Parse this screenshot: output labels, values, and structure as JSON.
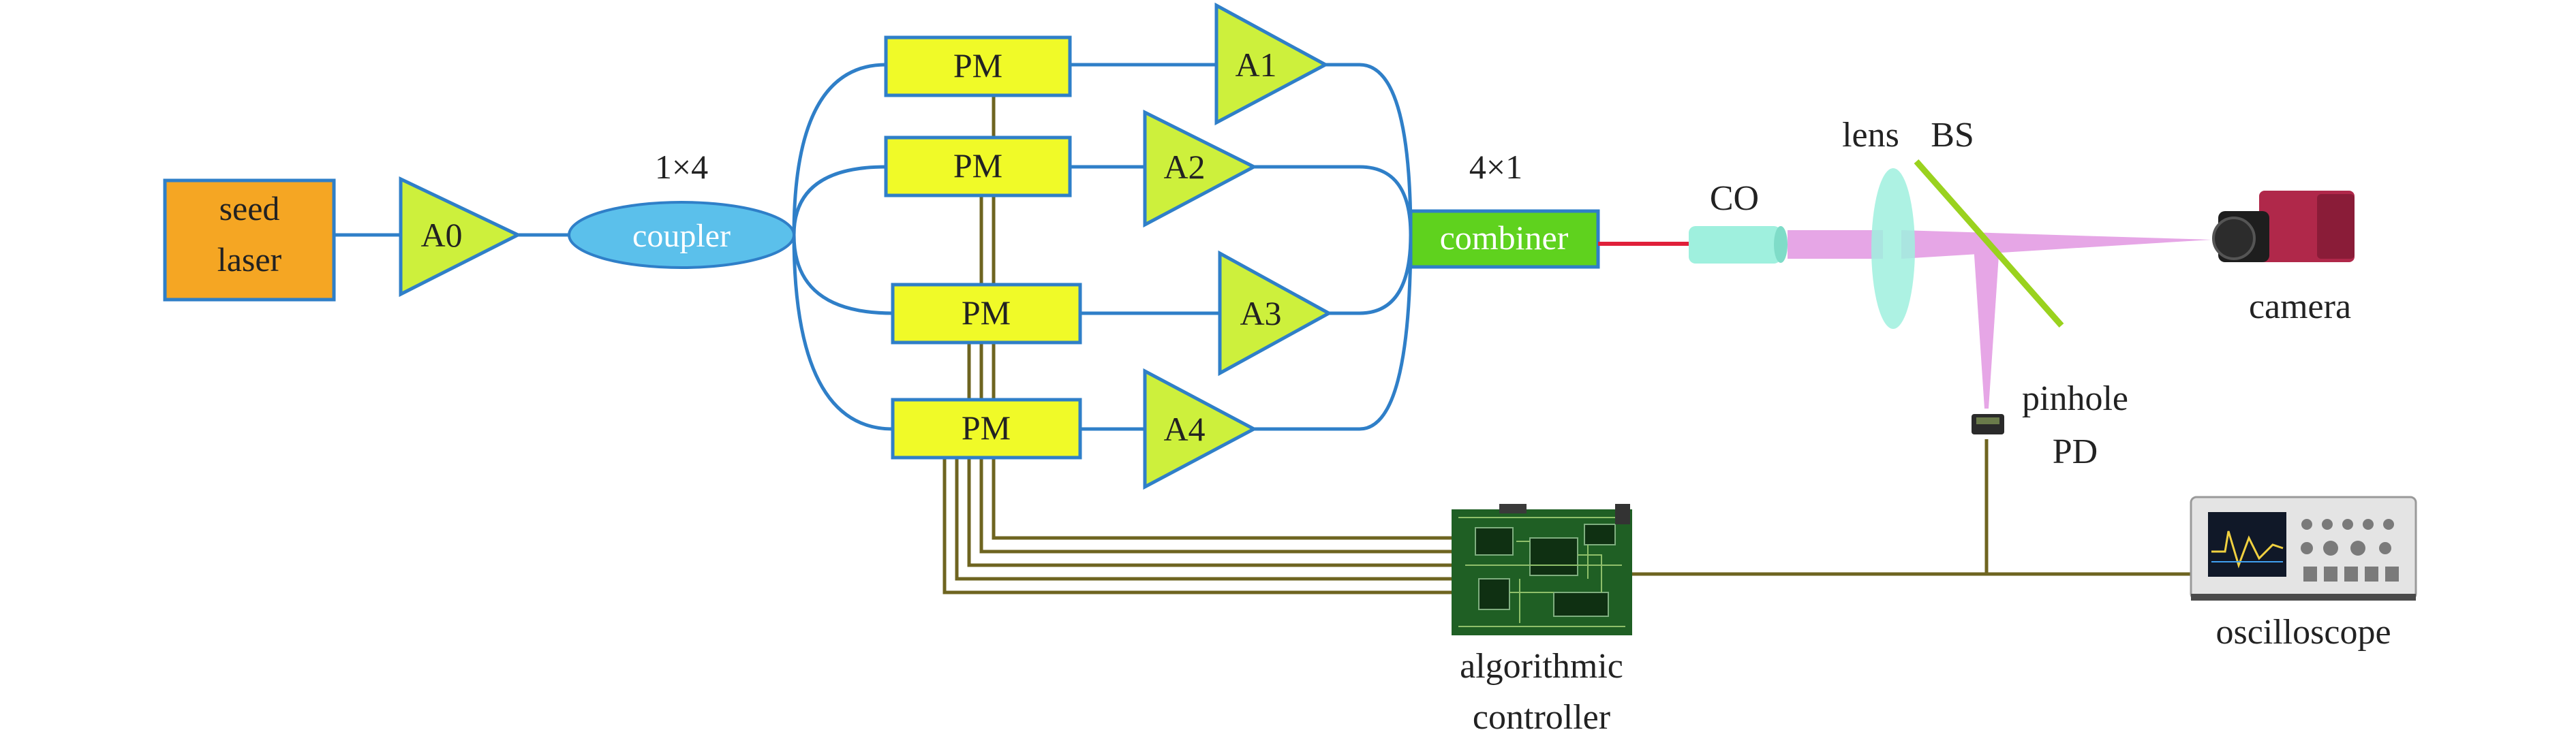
{
  "labels": {
    "seed_laser_line1": "seed",
    "seed_laser_line2": "laser",
    "a0": "A0",
    "coupler_ratio": "1×4",
    "coupler": "coupler",
    "pm": "PM",
    "a1": "A1",
    "a2": "A2",
    "a3": "A3",
    "a4": "A4",
    "combiner_ratio": "4×1",
    "combiner": "combiner",
    "co": "CO",
    "lens": "lens",
    "bs": "BS",
    "camera": "camera",
    "pinhole": "pinhole",
    "pd": "PD",
    "controller_line1": "algorithmic",
    "controller_line2": "controller",
    "oscilloscope": "oscilloscope"
  },
  "colors": {
    "seed_fill": "#f5a623",
    "amp_fill": "#cdf03c",
    "pm_fill": "#f0fa28",
    "coupler_fill": "#5bc0eb",
    "combiner_fill": "#5fd21e",
    "fiber": "#2f7fc8",
    "control_wire": "#6e6420",
    "beam": "#e6a6e6",
    "laser_red": "#e0203a",
    "co_fill": "#9ff0de",
    "lens_fill": "#9ff0de",
    "bs_line": "#9ad21e"
  }
}
